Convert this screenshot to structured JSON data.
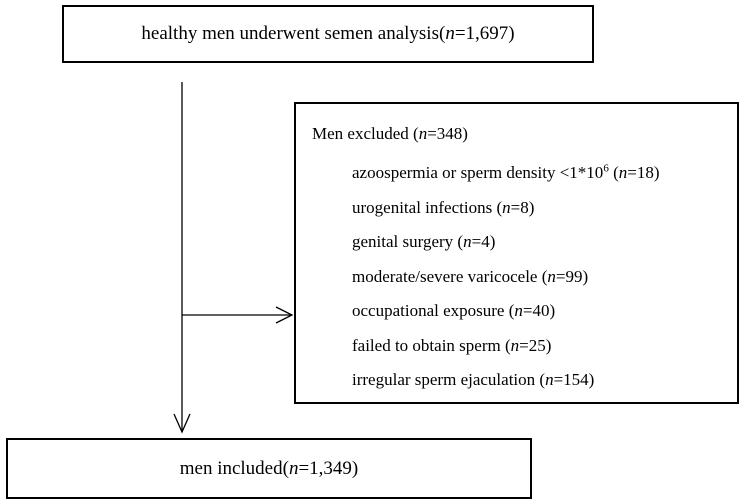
{
  "top_box": {
    "text": "healthy men underwent semen analysis(",
    "n_label": "n",
    "value": "=1,697)"
  },
  "excluded": {
    "title": "Men excluded (",
    "title_n": "n",
    "title_value": "=348)",
    "items": [
      {
        "text": "azoospermia or sperm density <1*10",
        "sup": "6",
        "mid": " (",
        "n": "n",
        "value": "=18)"
      },
      {
        "text": "urogenital infections (",
        "sup": "",
        "mid": "",
        "n": "n",
        "value": "=8)"
      },
      {
        "text": "genital surgery (",
        "sup": "",
        "mid": "",
        "n": "n",
        "value": "=4)"
      },
      {
        "text": "moderate/severe varicocele (",
        "sup": "",
        "mid": "",
        "n": "n",
        "value": "=99)"
      },
      {
        "text": "occupational exposure (",
        "sup": "",
        "mid": "",
        "n": "n",
        "value": "=40)"
      },
      {
        "text": "failed to obtain sperm (",
        "sup": "",
        "mid": "",
        "n": "n",
        "value": "=25)"
      },
      {
        "text": "irregular sperm ejaculation (",
        "sup": "",
        "mid": "",
        "n": "n",
        "value": "=154)"
      }
    ]
  },
  "bottom_box": {
    "text": "men included(",
    "n_label": "n",
    "value": "=1,349)"
  }
}
